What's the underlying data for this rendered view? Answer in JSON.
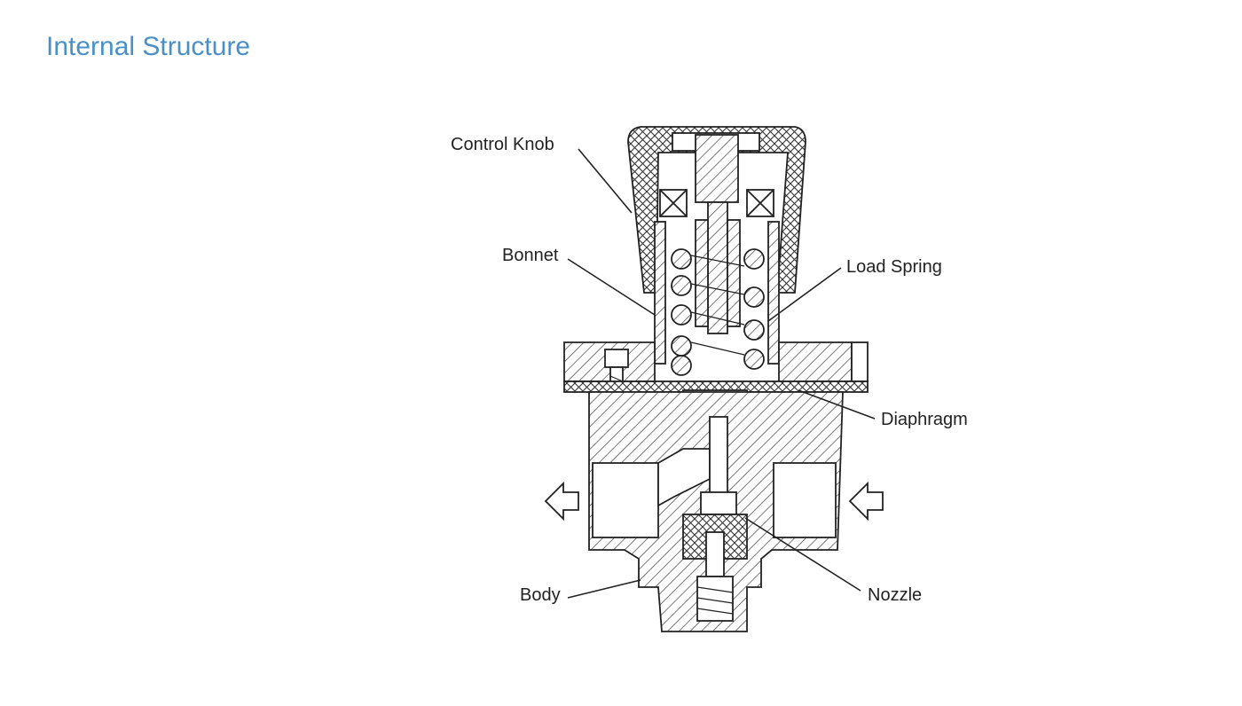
{
  "page": {
    "title": "Internal Structure"
  },
  "labels": {
    "control_knob": "Control Knob",
    "bonnet": "Bonnet",
    "load_spring": "Load Spring",
    "diaphragm": "Diaphragm",
    "body": "Body",
    "nozzle": "Nozzle"
  },
  "colors": {
    "title": "#4a90c8",
    "line": "#222222"
  }
}
